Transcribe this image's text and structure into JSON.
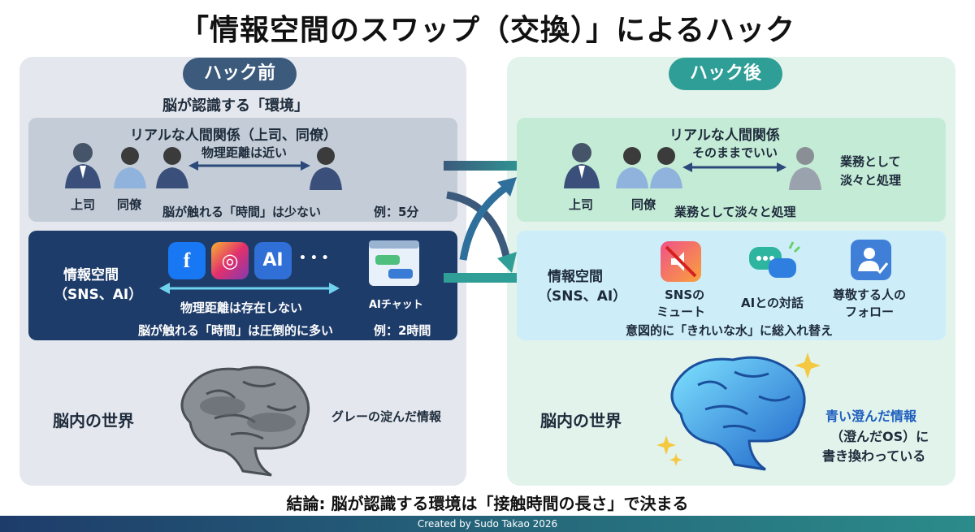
{
  "title": "「情報空間のスワップ（交換）」によるハック",
  "before": {
    "pill": "ハック前",
    "subtitle": "脳が認識する「環境」",
    "real": {
      "title": "リアルな人間関係（上司、同僚）",
      "boss": "上司",
      "colleague": "同僚",
      "distance": "物理距離は近い",
      "time": "脳が触れる「時間」は少ない",
      "example": "例：5分"
    },
    "info": {
      "label1": "情報空間",
      "label2": "（SNS、AI）",
      "distance": "物理距離は存在しない",
      "time": "脳が触れる「時間」は圧倒的に多い",
      "example": "例：2時間",
      "ai_chat": "AIチャット",
      "apps": [
        "f",
        "◎",
        "AI"
      ],
      "more": "• • •"
    },
    "brain_label": "脳内の世界",
    "brain_caption": "グレーの淀んだ情報"
  },
  "after": {
    "pill": "ハック後",
    "real": {
      "title": "リアルな人間関係",
      "boss": "上司",
      "colleague": "同僚",
      "as_is": "そのままでいい",
      "side1": "業務として",
      "side2": "淡々と処理",
      "bottom": "業務として淡々と処理"
    },
    "info": {
      "label1": "情報空間",
      "label2": "（SNS、AI）",
      "mute1": "SNSの",
      "mute2": "ミュート",
      "ai_talk": "AIとの対話",
      "follow1": "尊敬する人の",
      "follow2": "フォロー",
      "replace": "意図的に「きれいな水」に総入れ替え"
    },
    "brain_label": "脳内の世界",
    "caption1": "青い澄んだ情報",
    "caption2": "（澄んだOS）に",
    "caption3": "書き換わっている"
  },
  "conclusion": "結論: 脳が認識する環境は「接触時間の長さ」で決まる",
  "credit": "Created by Sudo Takao 2026",
  "colors": {
    "navy": "#1e3c6a",
    "teal": "#2e9e96",
    "slate": "#3b5a7c"
  }
}
